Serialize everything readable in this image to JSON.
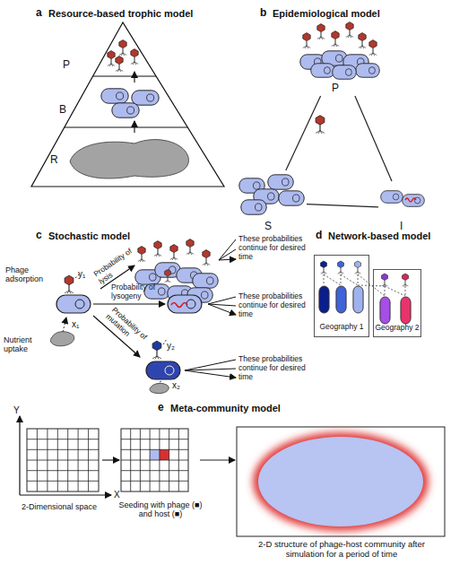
{
  "diagram": {
    "nodes": [
      {
        "text": [
          "P"
        ]
      },
      {
        "text": [
          "B"
        ]
      },
      {
        "text": [
          "R"
        ]
      },
      {
        "text": [
          "P"
        ]
      },
      {
        "text": [
          "S"
        ]
      },
      {
        "text": [
          "I"
        ]
      },
      {
        "text": [
          "Geography 1"
        ]
      },
      {
        "text": [
          "Geography 2"
        ]
      },
      {
        "text": [
          "2-Dimensional space"
        ]
      },
      {
        "text": [
          "Seeding with phage (■) and host (■)"
        ]
      },
      {
        "text": [
          "2-D structure of phage-host community after simulation for a period of time"
        ]
      }
    ],
    "edges": [
      {
        "from": 2,
        "to": 1,
        "arrow": "to"
      },
      {
        "from": 1,
        "to": 0,
        "arrow": "to"
      },
      {
        "from": 3,
        "to": 4,
        "arrow": "none"
      },
      {
        "from": 3,
        "to": 5,
        "arrow": "none"
      },
      {
        "from": 4,
        "to": 5,
        "arrow": "none"
      },
      {
        "from": 8,
        "to": 9,
        "arrow": "to"
      },
      {
        "from": 9,
        "to": 10,
        "arrow": "to"
      }
    ],
    "labels": [
      "a",
      "Resource-based trophic model",
      "b",
      "Epidemiological model",
      "c",
      "Stochastic model",
      "Phage adsorption",
      "y₁",
      "x₁",
      "Nutrient uptake",
      "Probability of lysis",
      "Probability of lysogeny",
      "Probability of mutation",
      "y₂",
      "x₂",
      "These probabilities continue for desired time",
      "These probabilities continue for desired time",
      "These probabilities continue for desired time",
      "d",
      "Network-based model",
      "e",
      "Meta-community model",
      "Y",
      "X"
    ]
  }
}
